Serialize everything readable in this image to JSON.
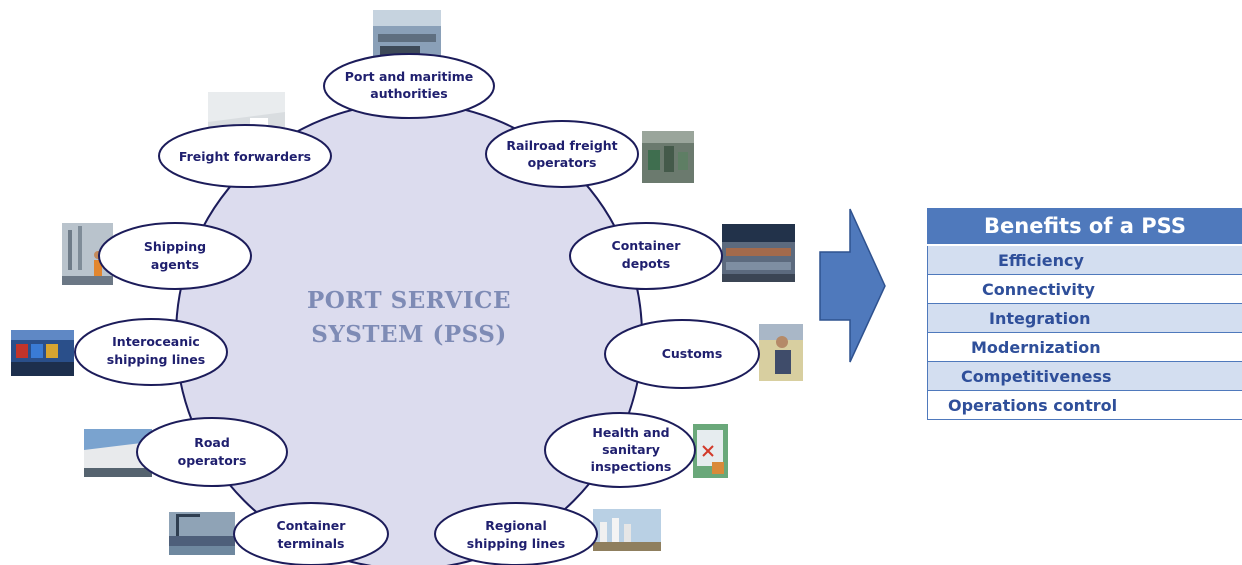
{
  "center": {
    "line1": "PORT SERVICE",
    "line2": "SYSTEM (PSS)"
  },
  "nodes": [
    {
      "id": "port-authorities",
      "lines": [
        "Port and maritime",
        "authorities"
      ]
    },
    {
      "id": "railroad",
      "lines": [
        "Railroad freight",
        "operators"
      ]
    },
    {
      "id": "container-depots",
      "lines": [
        "Container",
        "depots"
      ]
    },
    {
      "id": "customs",
      "lines": [
        "Customs"
      ]
    },
    {
      "id": "health",
      "lines": [
        "Health and",
        "sanitary",
        "inspections"
      ]
    },
    {
      "id": "regional",
      "lines": [
        "Regional",
        "shipping lines"
      ]
    },
    {
      "id": "container-terminals",
      "lines": [
        "Container",
        "terminals"
      ]
    },
    {
      "id": "road",
      "lines": [
        "Road",
        "operators"
      ]
    },
    {
      "id": "interoceanic",
      "lines": [
        "Interoceanic",
        "shipping lines"
      ]
    },
    {
      "id": "shipping-agents",
      "lines": [
        "Shipping",
        "agents"
      ]
    },
    {
      "id": "freight-forwarders",
      "lines": [
        "Freight forwarders"
      ]
    }
  ],
  "benefits": {
    "title": "Benefits of a PSS",
    "items": [
      "Efficiency",
      "Connectivity",
      "Integration",
      "Modernization",
      "Competitiveness",
      "Operations control"
    ]
  },
  "colors": {
    "circle_fill": "#dcdcee",
    "circle_stroke": "#1c1c5a",
    "node_fill": "#ffffff",
    "node_stroke": "#1c1c5a",
    "arrow_fill": "#4f79bc",
    "arrow_stroke": "#2f528f",
    "table_header": "#4f79bc",
    "table_shade": "#d3def0"
  }
}
